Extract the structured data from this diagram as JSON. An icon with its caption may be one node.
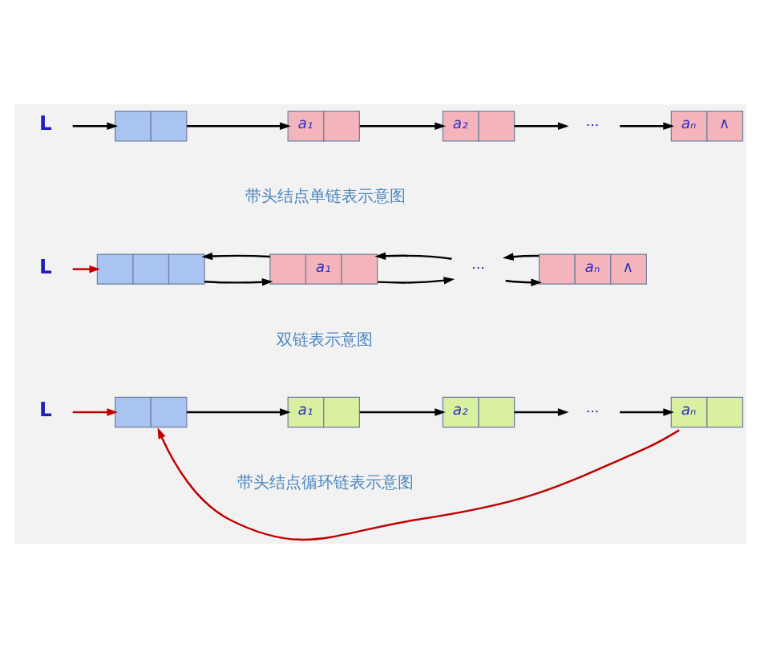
{
  "diagram": {
    "nodes": [
      {
        "text": [
          "L"
        ]
      },
      {
        "text": [],
        "shape": "box"
      },
      {
        "text": [
          "a₁"
        ]
      },
      {
        "text": [
          "a₂"
        ]
      },
      {
        "text": [
          "···"
        ]
      },
      {
        "text": [
          "aₙ",
          "∧"
        ]
      },
      {
        "text": [
          "L"
        ]
      },
      {
        "text": [],
        "shape": "box"
      },
      {
        "text": [
          "a₁"
        ]
      },
      {
        "text": [
          "···"
        ]
      },
      {
        "text": [
          "aₙ",
          "∧"
        ]
      },
      {
        "text": [
          "L"
        ]
      },
      {
        "text": [],
        "shape": "box"
      },
      {
        "text": [
          "a₁"
        ]
      },
      {
        "text": [
          "a₂"
        ]
      },
      {
        "text": [
          "···"
        ]
      },
      {
        "text": [
          "aₙ"
        ]
      }
    ],
    "edges": [
      {
        "from": 0,
        "to": 1,
        "arrow": "to"
      },
      {
        "from": 1,
        "to": 2,
        "arrow": "to"
      },
      {
        "from": 2,
        "to": 3,
        "arrow": "to"
      },
      {
        "from": 3,
        "to": 4,
        "arrow": "to"
      },
      {
        "from": 4,
        "to": 5,
        "arrow": "to"
      },
      {
        "from": 6,
        "to": 7,
        "arrow": "to",
        "color": "#c00000"
      },
      {
        "from": 8,
        "to": 7,
        "arrow": "to"
      },
      {
        "from": 7,
        "to": 8,
        "arrow": "to"
      },
      {
        "from": 9,
        "to": 8,
        "arrow": "to"
      },
      {
        "from": 8,
        "to": 9,
        "arrow": "to"
      },
      {
        "from": 10,
        "to": 9,
        "arrow": "to"
      },
      {
        "from": 9,
        "to": 10,
        "arrow": "to"
      },
      {
        "from": 11,
        "to": 12,
        "arrow": "to",
        "color": "#c00000"
      },
      {
        "from": 12,
        "to": 13,
        "arrow": "to"
      },
      {
        "from": 13,
        "to": 14,
        "arrow": "to"
      },
      {
        "from": 14,
        "to": 15,
        "arrow": "to"
      },
      {
        "from": 15,
        "to": 16,
        "arrow": "to"
      },
      {
        "from": 16,
        "to": 12,
        "arrow": "to",
        "color": "#c00000"
      }
    ],
    "labels": [
      "带头结点单链表示意图",
      "双链表示意图",
      "带头结点循环链表示意图"
    ]
  }
}
